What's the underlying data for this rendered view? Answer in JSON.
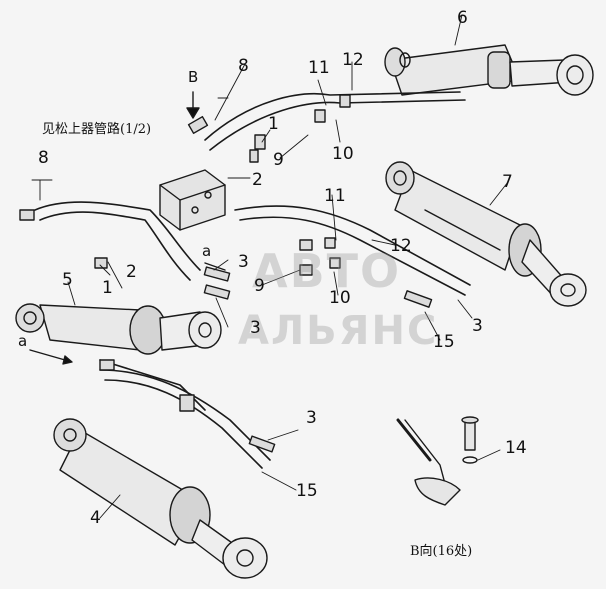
{
  "note_top": "见松上器管路(1/2)",
  "note_bottom": "B向(16处)",
  "view_arrow": "B",
  "marker_a": "a",
  "watermark": {
    "line1": "АВТО",
    "line2": "АЛЬЯНС"
  },
  "callouts": {
    "c1a": "1",
    "c1b": "1",
    "c2a": "2",
    "c2b": "2",
    "c3a": "3",
    "c3b": "3",
    "c3c": "3",
    "c3d": "3",
    "c4": "4",
    "c5": "5",
    "c6": "6",
    "c7": "7",
    "c8a": "8",
    "c8b": "8",
    "c9a": "9",
    "c9b": "9",
    "c10a": "10",
    "c10b": "10",
    "c11a": "11",
    "c11b": "11",
    "c12a": "12",
    "c12b": "12",
    "c14": "14",
    "c15a": "15",
    "c15b": "15"
  }
}
